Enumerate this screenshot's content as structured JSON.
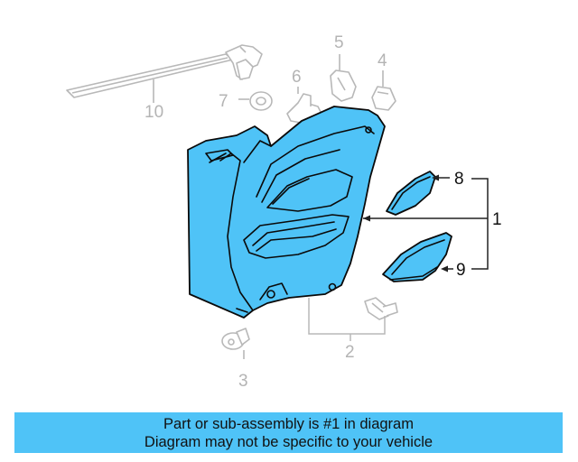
{
  "colors": {
    "highlight": "#4fc3f7",
    "banner_bg": "#4fc3f7",
    "ghost_stroke": "#b8b8b8",
    "callout_dim": "#b4b4b4",
    "callout_dark": "#111111"
  },
  "callouts": {
    "c1": "1",
    "c2": "2",
    "c3": "3",
    "c4": "4",
    "c5": "5",
    "c6": "6",
    "c7": "7",
    "c8": "8",
    "c9": "9",
    "c10": "10"
  },
  "banner": {
    "line1": "Part or sub-assembly is #1 in diagram",
    "line2": "Diagram may not be specific to your vehicle"
  }
}
